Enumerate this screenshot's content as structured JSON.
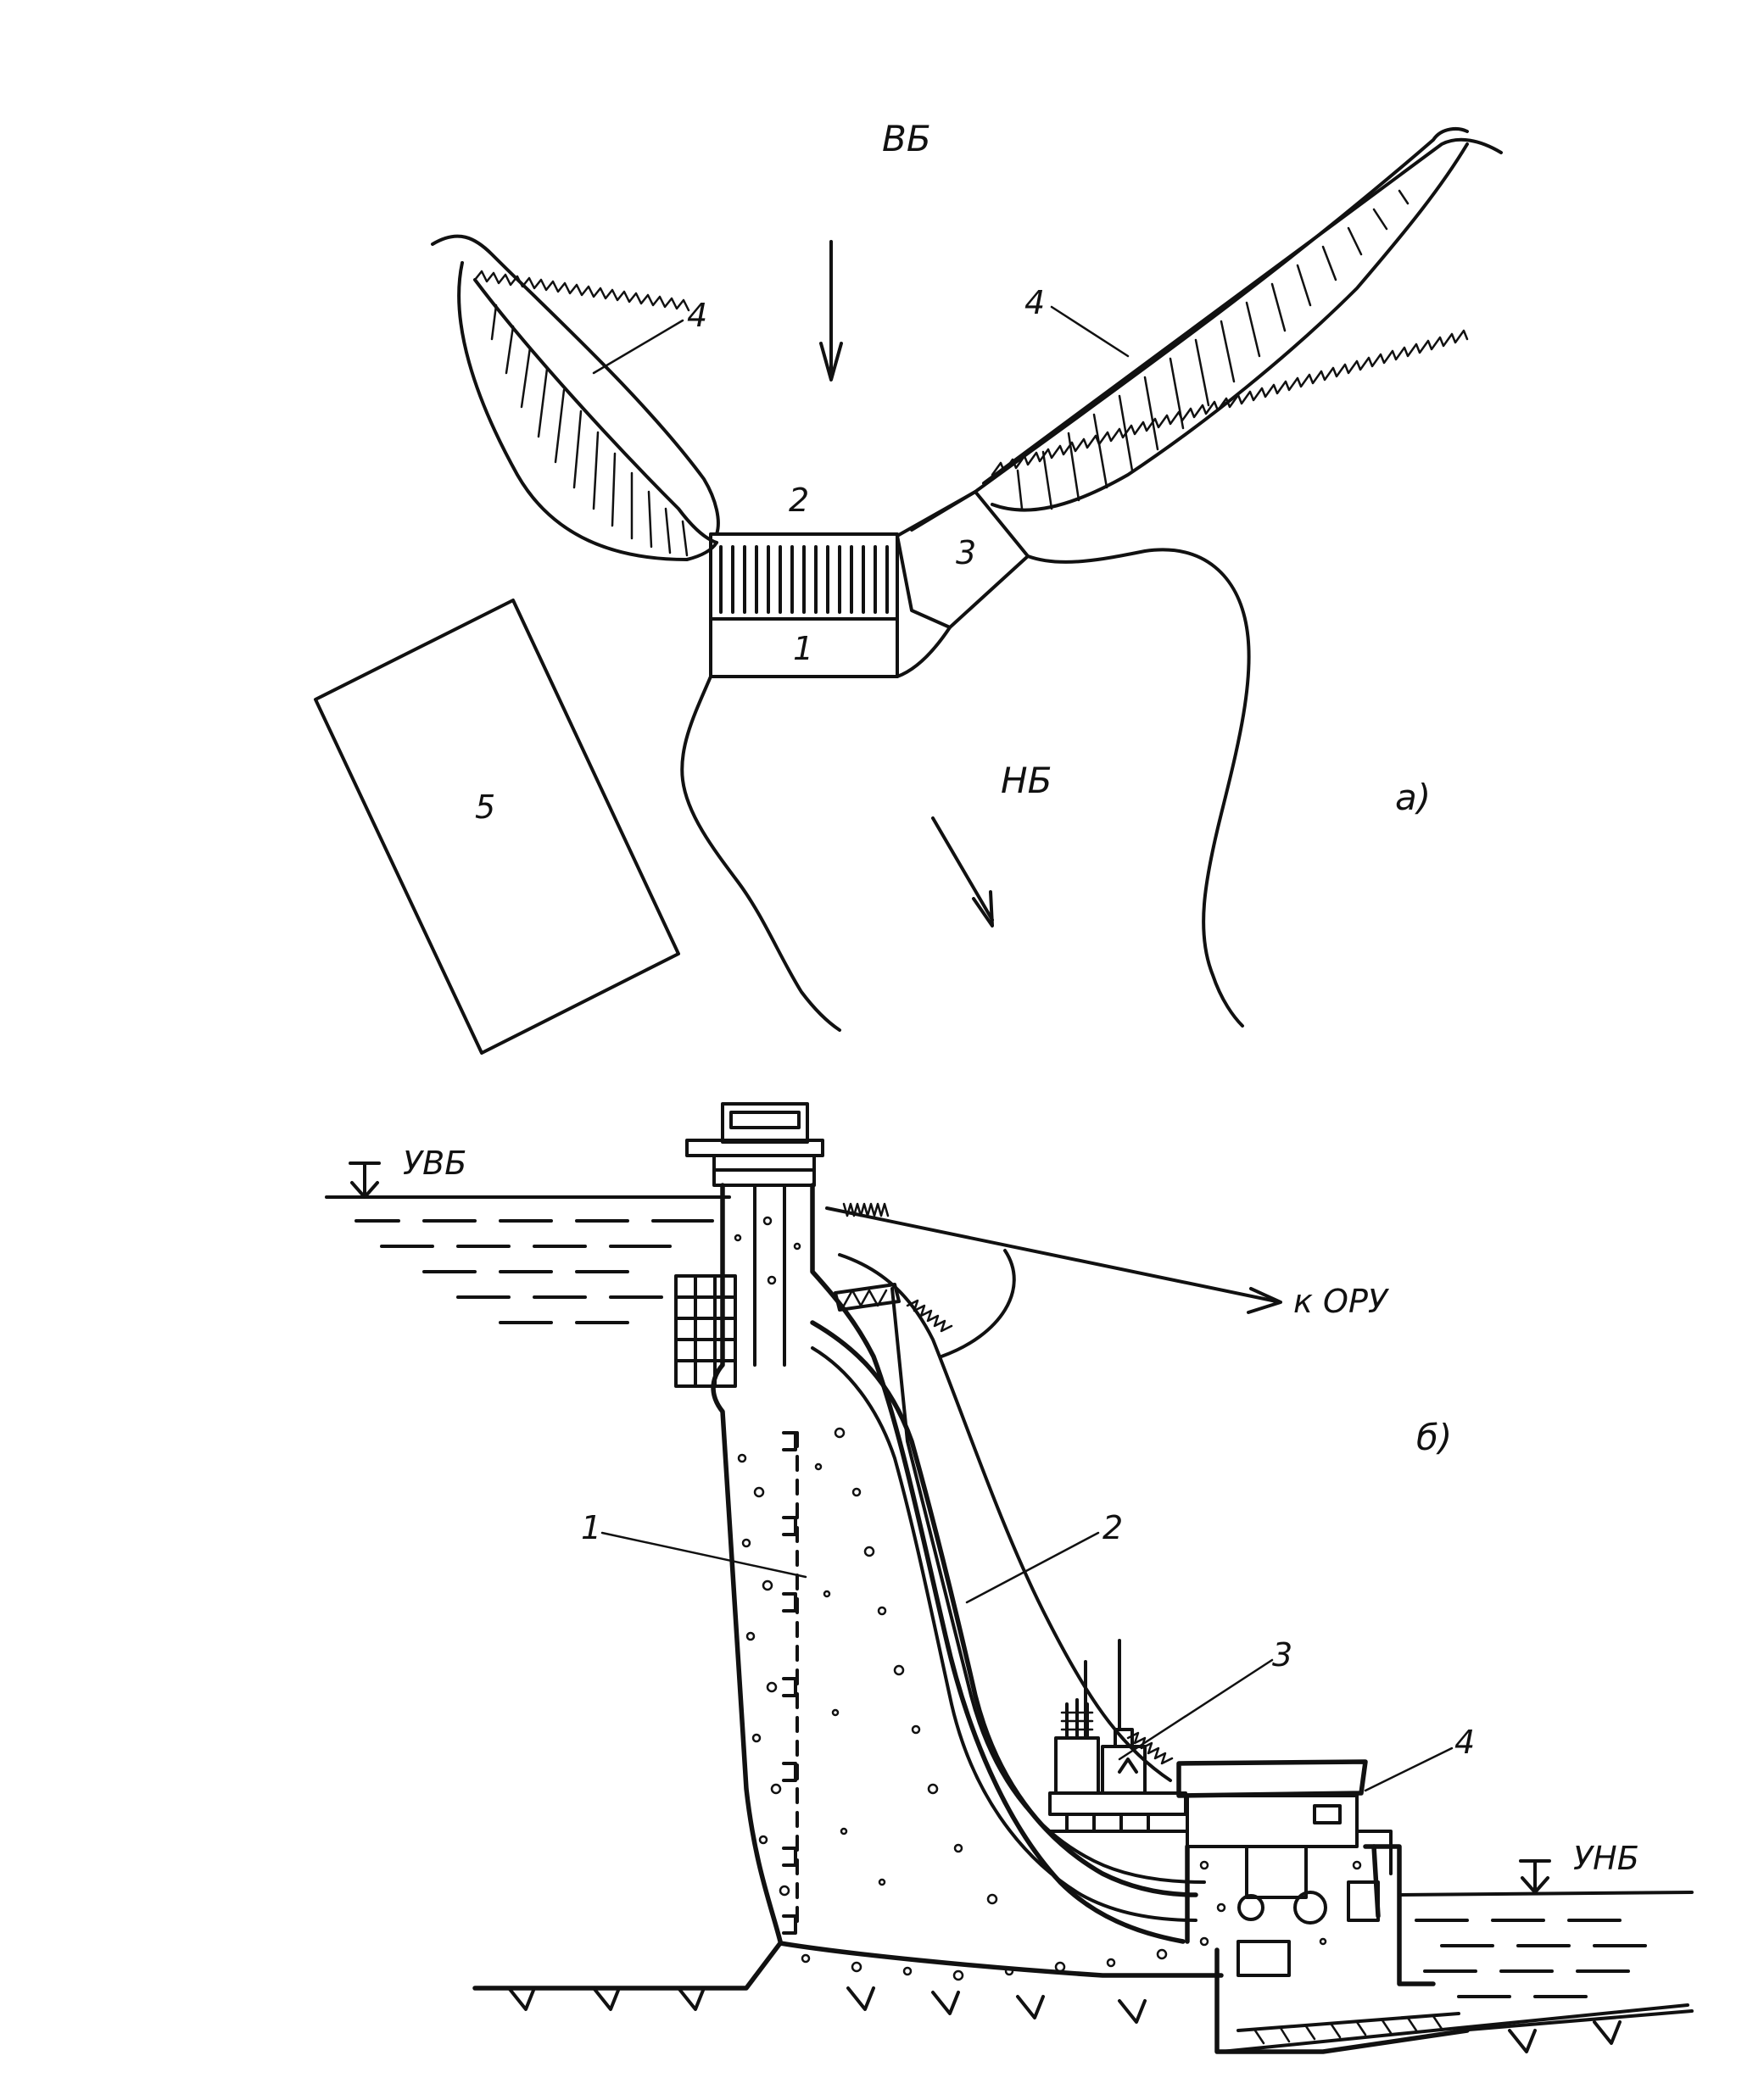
{
  "plan_view": {
    "upstream_label": "ВБ",
    "downstream_label": "НБ",
    "subfigure_label": "а)",
    "callouts": {
      "powerhouse": "1",
      "spillway_dam": "2",
      "block": "3",
      "embankment_left": "4",
      "embankment_right": "4",
      "switchyard": "5"
    }
  },
  "section_view": {
    "upstream_level_label": "УВБ",
    "downstream_level_label": "УНБ",
    "to_switchyard_label": "к ОРУ",
    "subfigure_label": "б)",
    "callouts": {
      "dam_body": "1",
      "penstock": "2",
      "transformer": "3",
      "powerhouse": "4"
    }
  },
  "colors": {
    "ink": "#111111",
    "paper": "#ffffff"
  }
}
